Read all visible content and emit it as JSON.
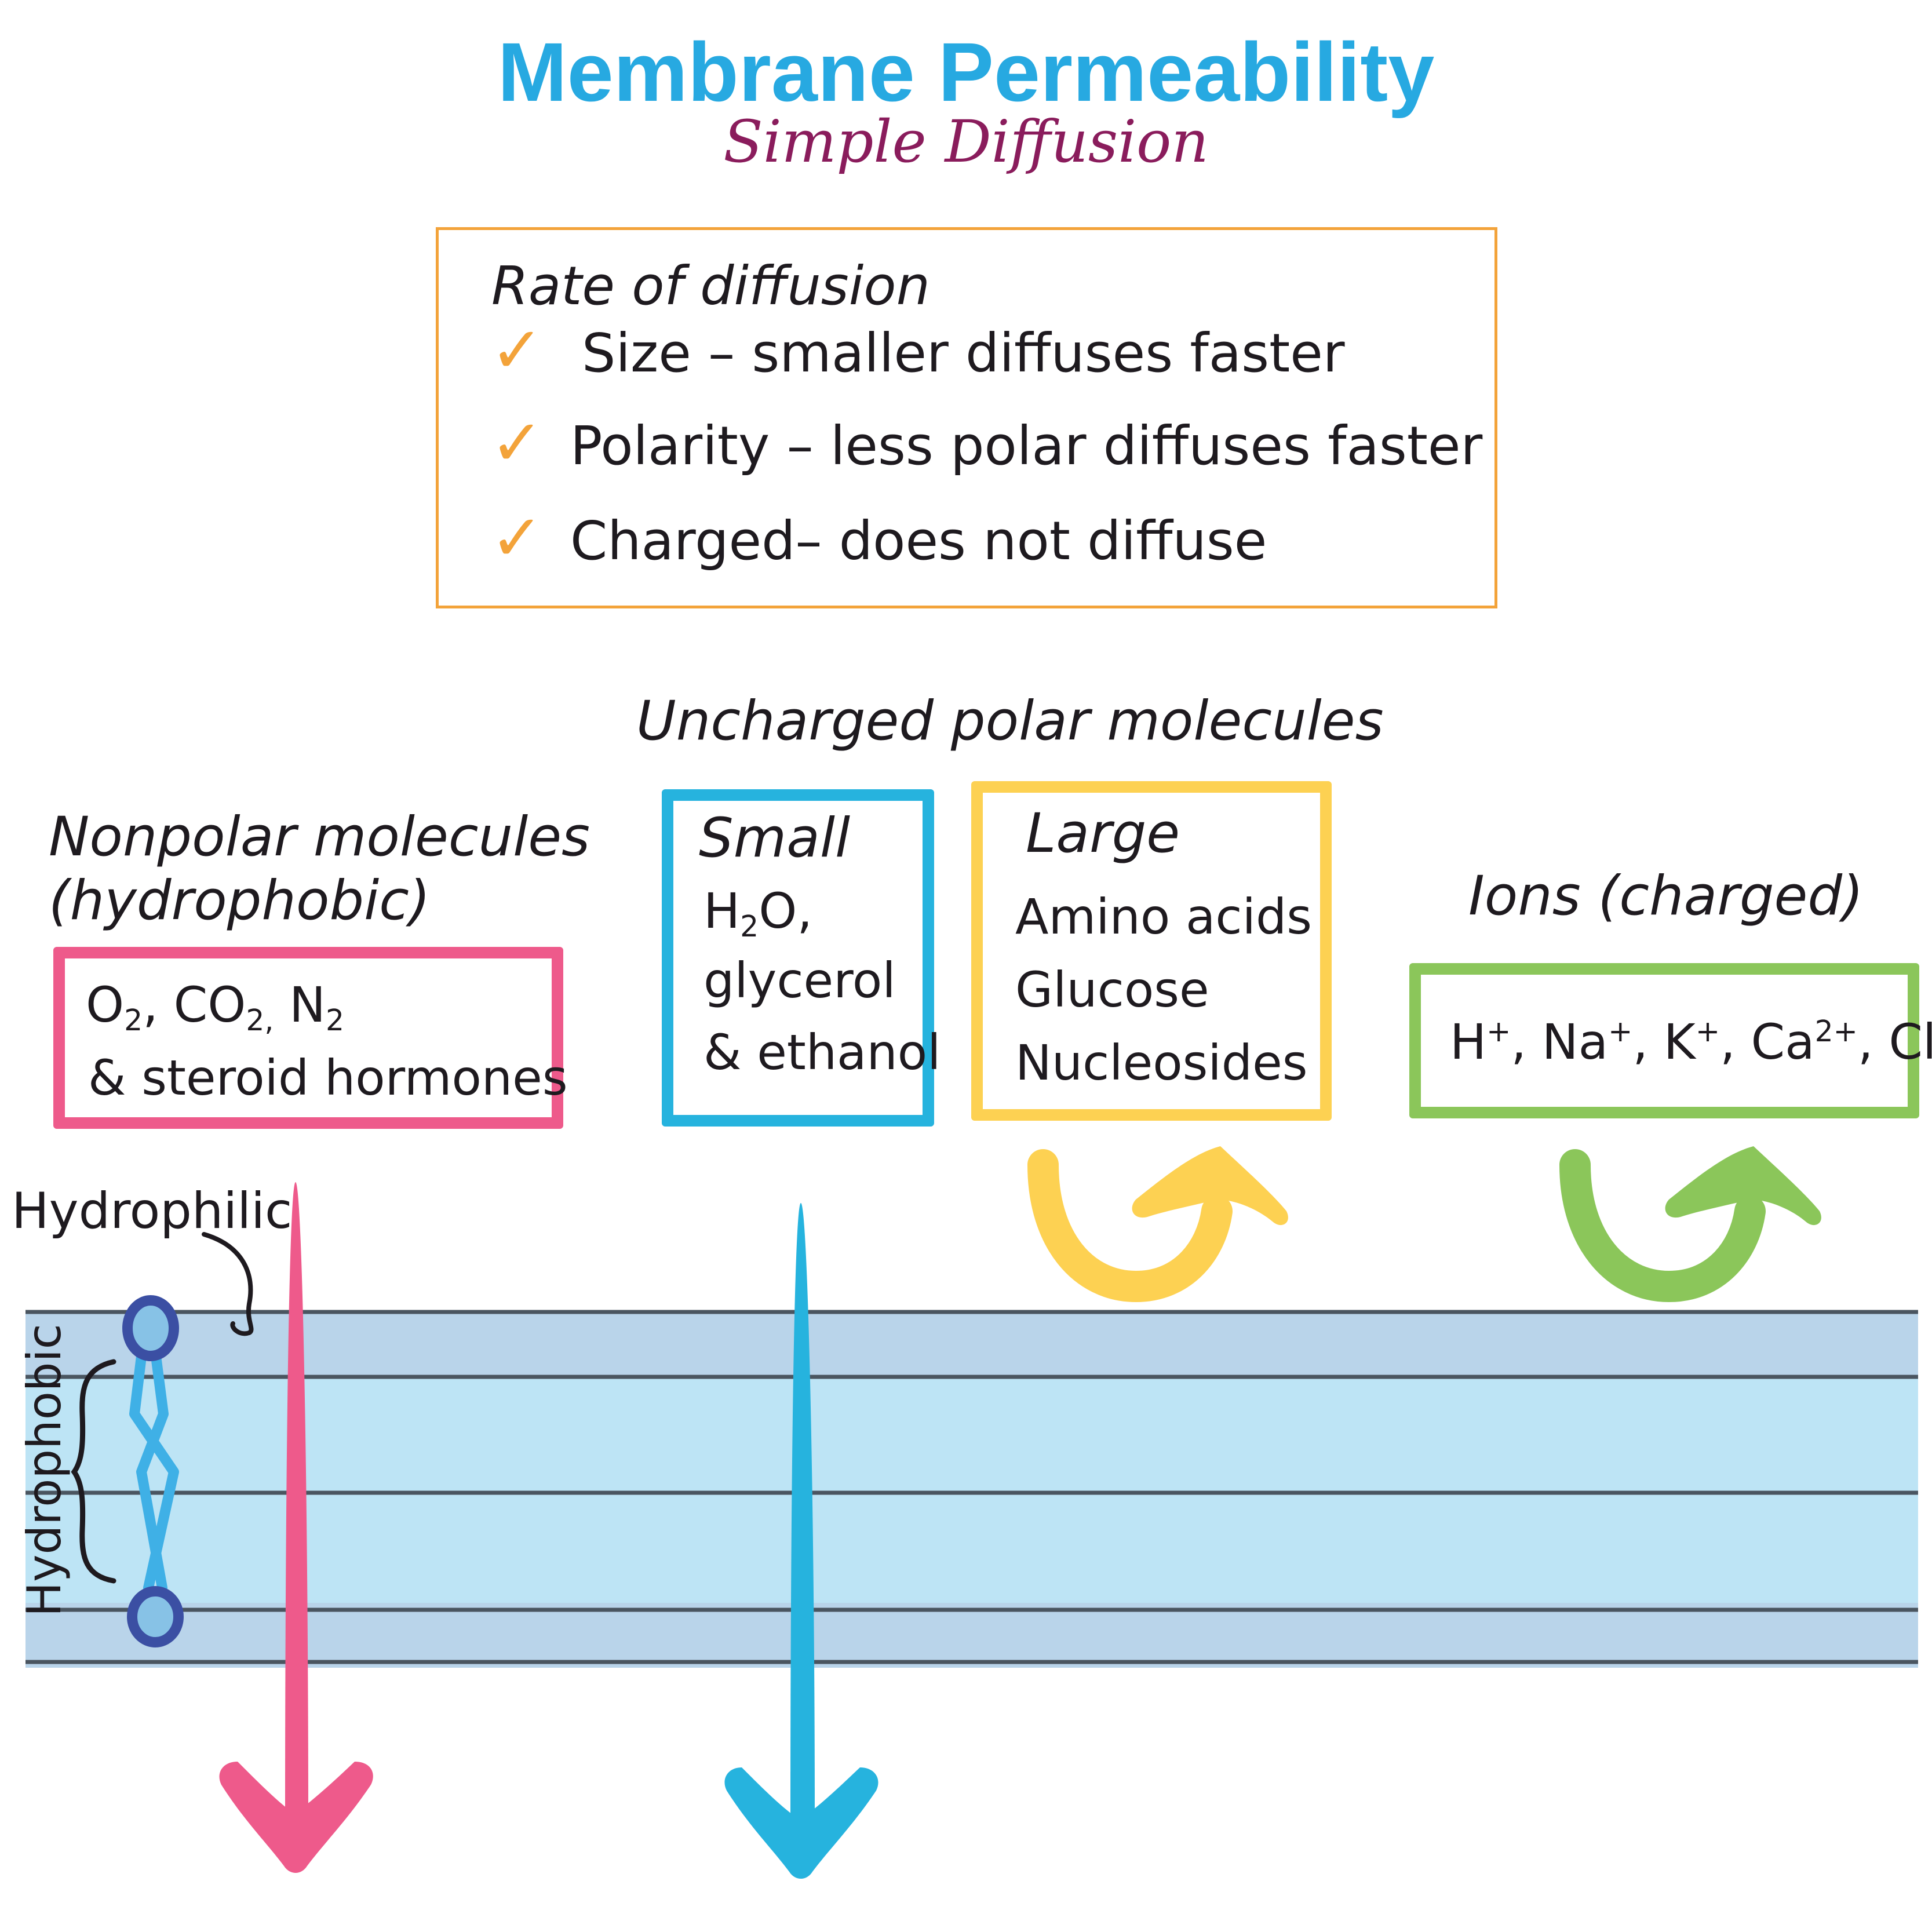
{
  "header": {
    "title": "Membrane Permeability",
    "subtitle": "Simple Diffusion"
  },
  "rate_box": {
    "title": "Rate of diffusion",
    "items": [
      {
        "label": "Size –  smaller diffuses faster"
      },
      {
        "label": "Polarity – less polar diffuses faster"
      },
      {
        "label": "Charged– does not diffuse"
      }
    ]
  },
  "uncharged_polar": {
    "heading": "Uncharged polar molecules"
  },
  "nonpolar": {
    "heading_line1": "Nonpolar molecules",
    "heading_line2": "(hydrophobic)",
    "line1": {
      "o": "O",
      "o_sub": "2",
      "co": ", CO",
      "co_sub": "2,",
      "n": " N",
      "n_sub": "2"
    },
    "line2": "& steroid hormones"
  },
  "small": {
    "heading": "Small",
    "h": "H",
    "h_sub": "2",
    "o": "O,",
    "line2": "glycerol",
    "line3": "& ethanol"
  },
  "large": {
    "heading": "Large",
    "items": [
      "Amino acids",
      "Glucose",
      "Nucleosides"
    ]
  },
  "ions": {
    "heading": "Ions (charged)",
    "h": "H",
    "h_sup": "+",
    "na": ", Na",
    "na_sup": "+",
    "k": ", K",
    "k_sup": "+",
    "ca": ", Ca",
    "ca_sup": "2+",
    "cl": ", Cl",
    "cl_sup": "-"
  },
  "membrane": {
    "hydrophilic_label": "Hydrophilic",
    "hydrophobic_label": "Hydrophobic"
  },
  "colors": {
    "title": "#27a9e1",
    "subtitle": "#8a1c5c",
    "check": "#f3a33a",
    "nonpolar": "#ee5a8b",
    "small_polar": "#26b3de",
    "large_polar": "#fdd152",
    "ions": "#8bc65a",
    "head_layer": "#b9d4ea",
    "tail_layer": "#bde4f5",
    "phospholipid_head": "#3b4fa3"
  }
}
